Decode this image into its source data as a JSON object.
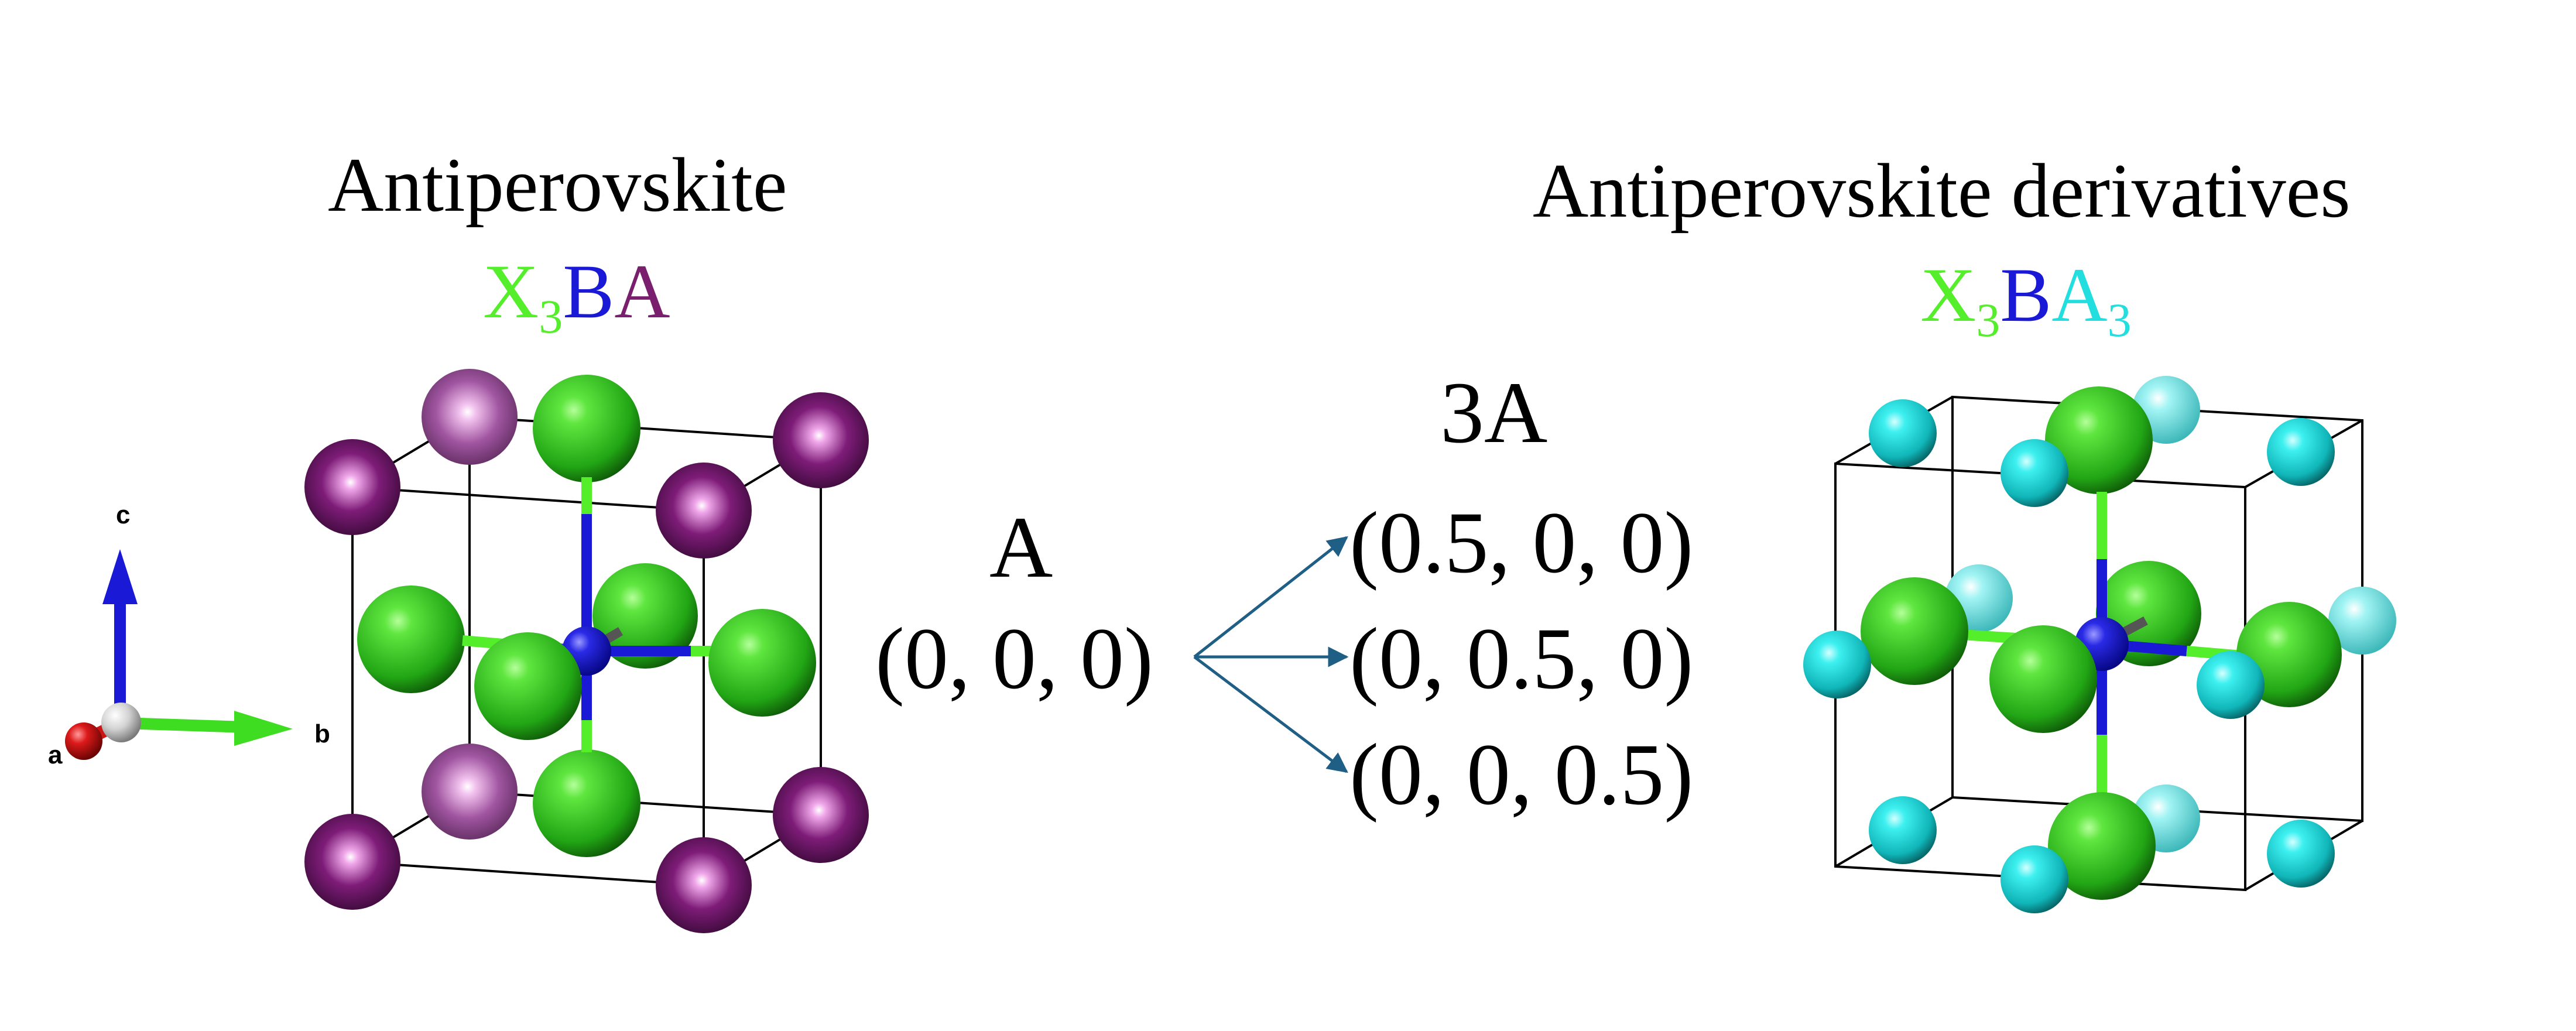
{
  "left_panel": {
    "title": "Antiperovskite",
    "formula": {
      "x": "X",
      "x_sub": "3",
      "b": "B",
      "a": "A",
      "a_sub": ""
    }
  },
  "right_panel": {
    "title": "Antiperovskite derivatives",
    "formula": {
      "x": "X",
      "x_sub": "3",
      "b": "B",
      "a": "A",
      "a_sub": "3"
    }
  },
  "middle": {
    "site_label": "A",
    "site_coord": "(0, 0, 0)",
    "target_label": "3A",
    "target_coords": [
      "(0.5, 0, 0)",
      "(0, 0.5, 0)",
      "(0, 0, 0.5)"
    ]
  },
  "axes": {
    "a": "a",
    "b": "b",
    "c": "c"
  },
  "colors": {
    "X": "#55ee2a",
    "B": "#1a1ad6",
    "A_left": "#7a1f6e",
    "A_right": "#22dede",
    "arrow": "#1f5f86"
  }
}
